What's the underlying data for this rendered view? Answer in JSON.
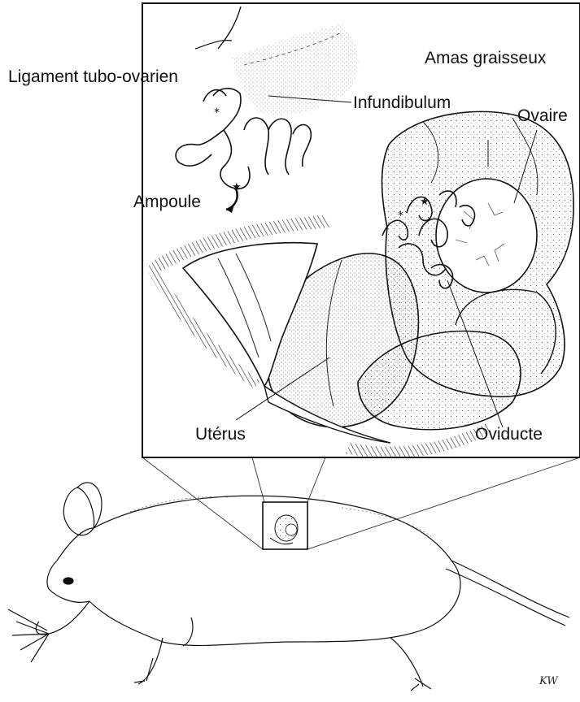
{
  "labels": {
    "ligament": "Ligament tubo-ovarien",
    "infundibulum": "Infundibulum",
    "amas": "Amas graisseux",
    "ovaire": "Ovaire",
    "ampoule": "Ampoule",
    "uterus": "Utérus",
    "oviducte": "Oviducte"
  },
  "signature": "KW",
  "colors": {
    "ink": "#111111",
    "background": "#ffffff"
  }
}
